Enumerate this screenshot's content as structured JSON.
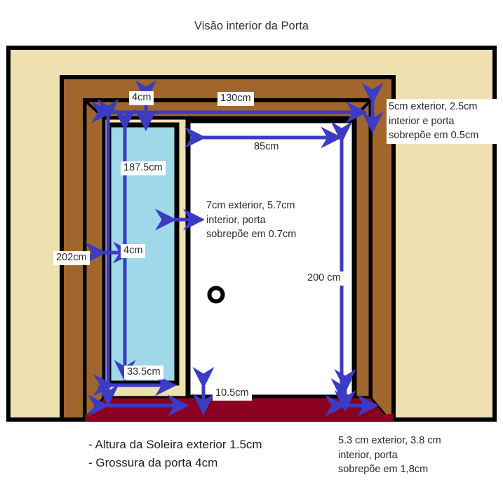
{
  "title": "Visão interior da Porta",
  "colors": {
    "wall": "#EFE0B0",
    "frame": "#A0662C",
    "outline": "#000000",
    "glass": "#9FD8E8",
    "door": "#FFFFFF",
    "threshold": "#8B0020",
    "arrow": "#3B3BC4",
    "text": "#2B2B2B",
    "background": "#FFFFFF"
  },
  "dimensions": {
    "top_jamb_thickness": "4cm",
    "top_inner_width": "130cm",
    "door_leaf_width": "85cm",
    "glass_panel_height": "187.5cm",
    "opening_height": "202cm",
    "glass_gap": "4cm",
    "glass_panel_width": "33.5cm",
    "door_leaf_height": "200 cm",
    "bottom_gap": "10.5cm"
  },
  "notes": {
    "top_right": "5cm exterior, 2.5cm\ninterior e porta\nsobrepõe em 0.5cm",
    "middle_left": "7cm exterior, 5.7cm\ninterior, porta\nsobrepõe em 0.7cm",
    "bottom_right": "5.3 cm exterior, 3.8 cm\ninterior, porta\nsobrepõe em 1,8cm"
  },
  "captions": {
    "bottom_left": "- Altura da Soleira exterior 1.5cm\n- Grossura da porta 4cm"
  },
  "elements": {
    "peephole": "peephole",
    "glass_panel": "glass-side-panel",
    "door_leaf": "door-leaf",
    "threshold": "threshold-sill"
  }
}
